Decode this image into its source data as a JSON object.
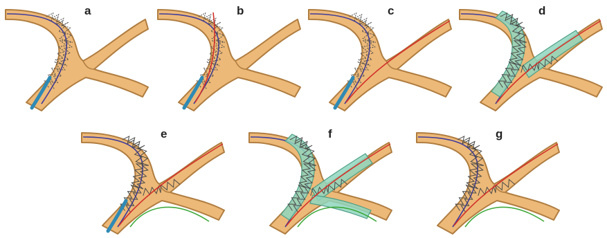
{
  "colors": {
    "vessel_fill": "#EDB978",
    "vessel_wall": "#B07D40",
    "stent": "#4A4A4A",
    "guidewire_main": "#3F3C9A",
    "guidewire_side": "#D2302A",
    "guidewire_side2": "#3FA83A",
    "balloon_fill": "#8FD6BE",
    "balloon_stroke": "#4E9E86",
    "catheter": "#2F8AB4"
  },
  "panels": [
    {
      "id": "a",
      "label": "a",
      "side_wire": false,
      "catheter": true,
      "balloon_main": false,
      "balloon_side": false,
      "green_wire": false,
      "second_stent": false,
      "balloon_side_vessel": false
    },
    {
      "id": "b",
      "label": "b",
      "side_wire": true,
      "catheter": true,
      "balloon_main": false,
      "balloon_side": false,
      "green_wire": false,
      "second_stent": false,
      "balloon_side_vessel": false
    },
    {
      "id": "c",
      "label": "c",
      "side_wire": true,
      "catheter": true,
      "balloon_main": false,
      "balloon_side": false,
      "green_wire": false,
      "second_stent": false,
      "balloon_side_vessel": false
    },
    {
      "id": "d",
      "label": "d",
      "side_wire": true,
      "catheter": false,
      "balloon_main": true,
      "balloon_side": true,
      "green_wire": false,
      "second_stent": true,
      "balloon_side_vessel": false
    },
    {
      "id": "e",
      "label": "e",
      "side_wire": true,
      "catheter": true,
      "balloon_main": false,
      "balloon_side": false,
      "green_wire": true,
      "second_stent": true,
      "balloon_side_vessel": false
    },
    {
      "id": "f",
      "label": "f",
      "side_wire": true,
      "catheter": false,
      "balloon_main": true,
      "balloon_side": true,
      "green_wire": true,
      "second_stent": true,
      "balloon_side_vessel": true
    },
    {
      "id": "g",
      "label": "g",
      "side_wire": true,
      "catheter": false,
      "balloon_main": false,
      "balloon_side": false,
      "green_wire": true,
      "second_stent": true,
      "balloon_side_vessel": false
    }
  ]
}
